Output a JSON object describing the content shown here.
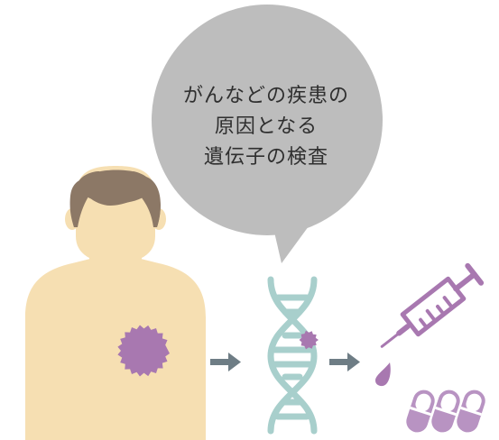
{
  "bubble": {
    "lines": [
      "がんなどの疾患の",
      "原因となる",
      "遺伝子の検査"
    ]
  },
  "colors": {
    "bubble": "#bdbdbd",
    "skin": "#f6dfb2",
    "hair": "#8c7866",
    "lesion": "#a878b0",
    "arrow": "#6e7d85",
    "dna": "#a8cfcc",
    "syringe": "#a878b0",
    "capsule": "#b893c2"
  },
  "icons": [
    "person-figure",
    "dna-helix-icon",
    "syringe-icon",
    "capsule-icon"
  ]
}
